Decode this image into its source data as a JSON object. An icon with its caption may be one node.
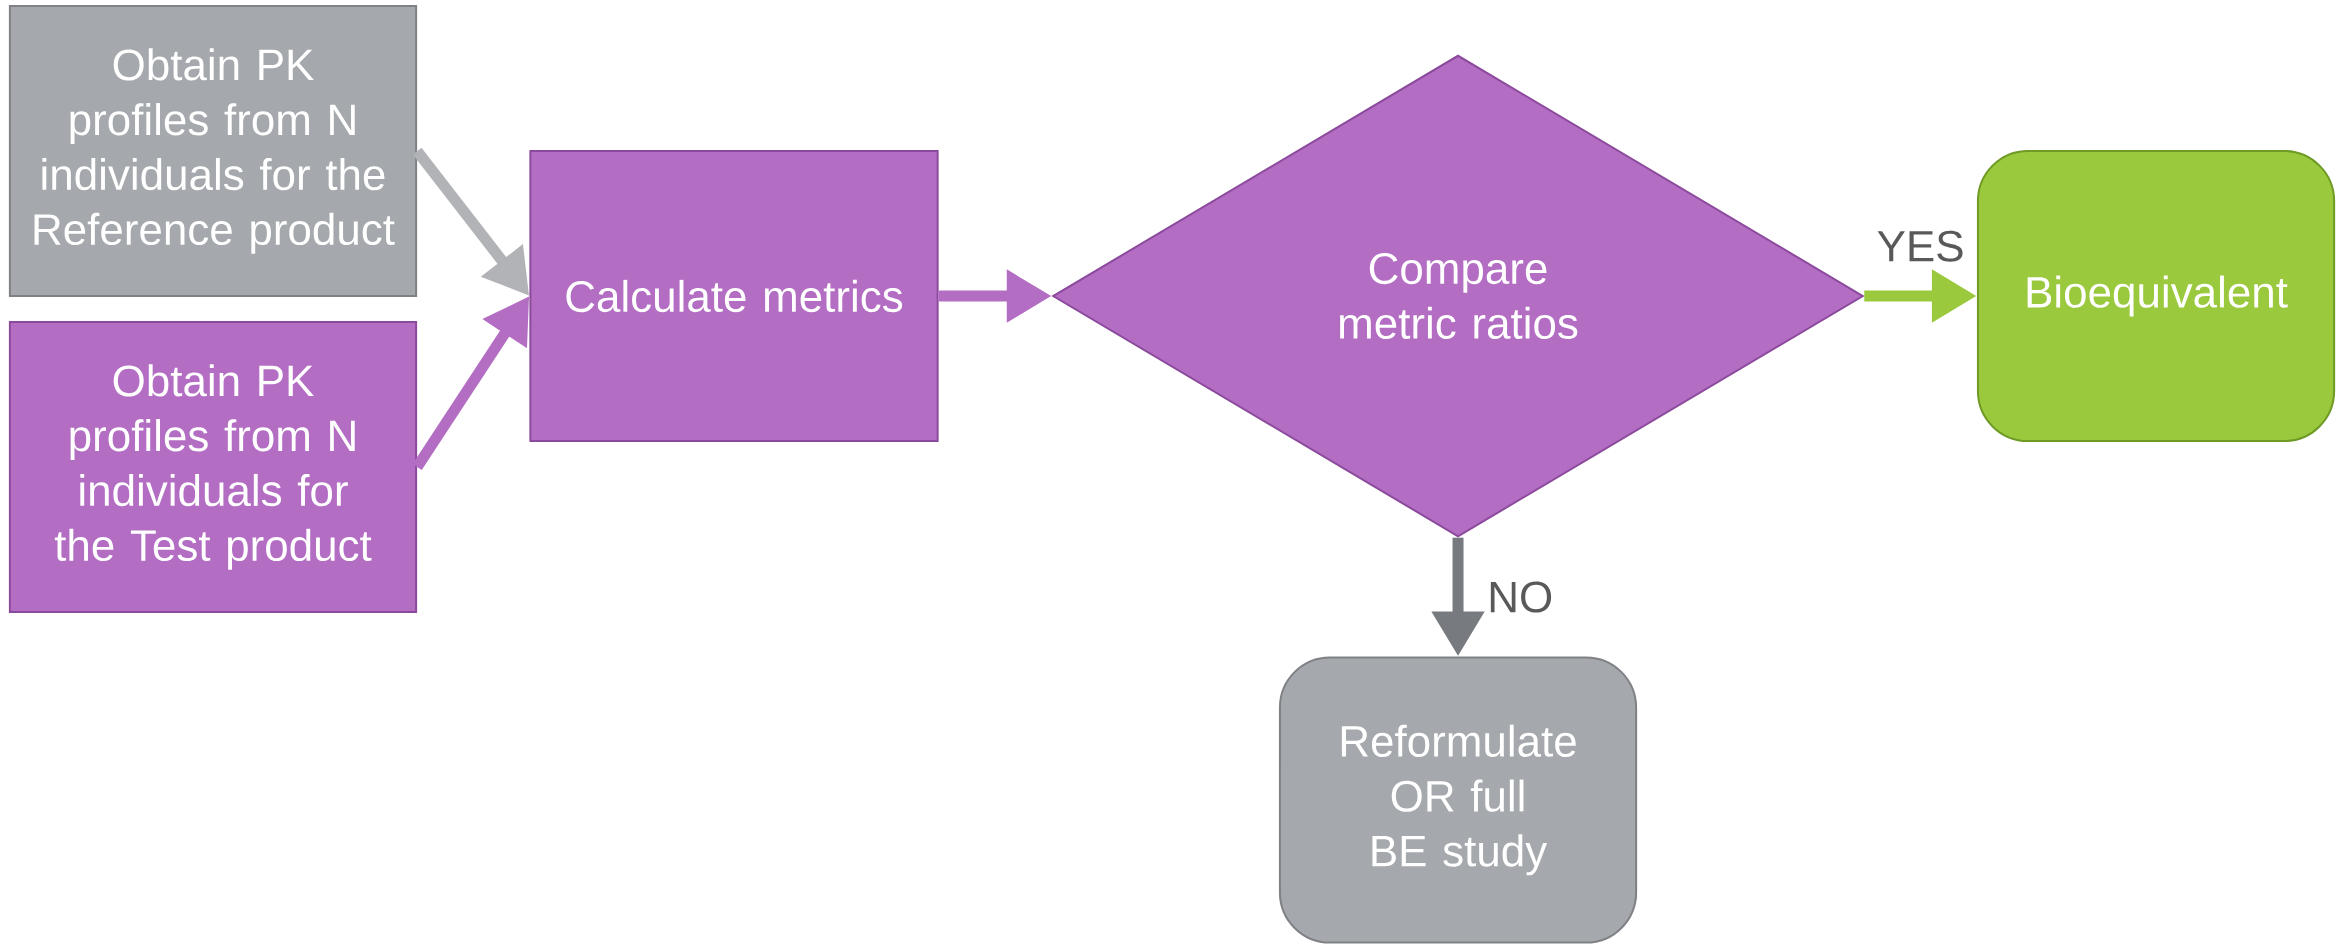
{
  "diagram": {
    "nodes": [
      {
        "text": [
          "Obtain PK profiles from N individuals for the Reference product"
        ]
      },
      {
        "text": [
          "Obtain PK profiles from N individuals for the Test product"
        ]
      },
      {
        "text": [
          "Calculate metrics"
        ]
      },
      {
        "text": [
          "Compare metric ratios"
        ]
      },
      {
        "text": [
          "Bioequivalent"
        ]
      },
      {
        "text": [
          "Reformulate OR full BE study"
        ]
      }
    ],
    "edges": [
      {
        "from": 0,
        "to": 2,
        "arrow": "to",
        "color": "#b1b3b6"
      },
      {
        "from": 1,
        "to": 2,
        "arrow": "to",
        "color": "#b36ec4"
      },
      {
        "from": 2,
        "to": 3,
        "arrow": "to",
        "color": "#b36ec4"
      },
      {
        "from": 3,
        "to": 4,
        "arrow": "to",
        "label": "YES",
        "color": "#9ac93d"
      },
      {
        "from": 3,
        "to": 5,
        "arrow": "to",
        "label": "NO",
        "color": "#777b80"
      }
    ]
  }
}
